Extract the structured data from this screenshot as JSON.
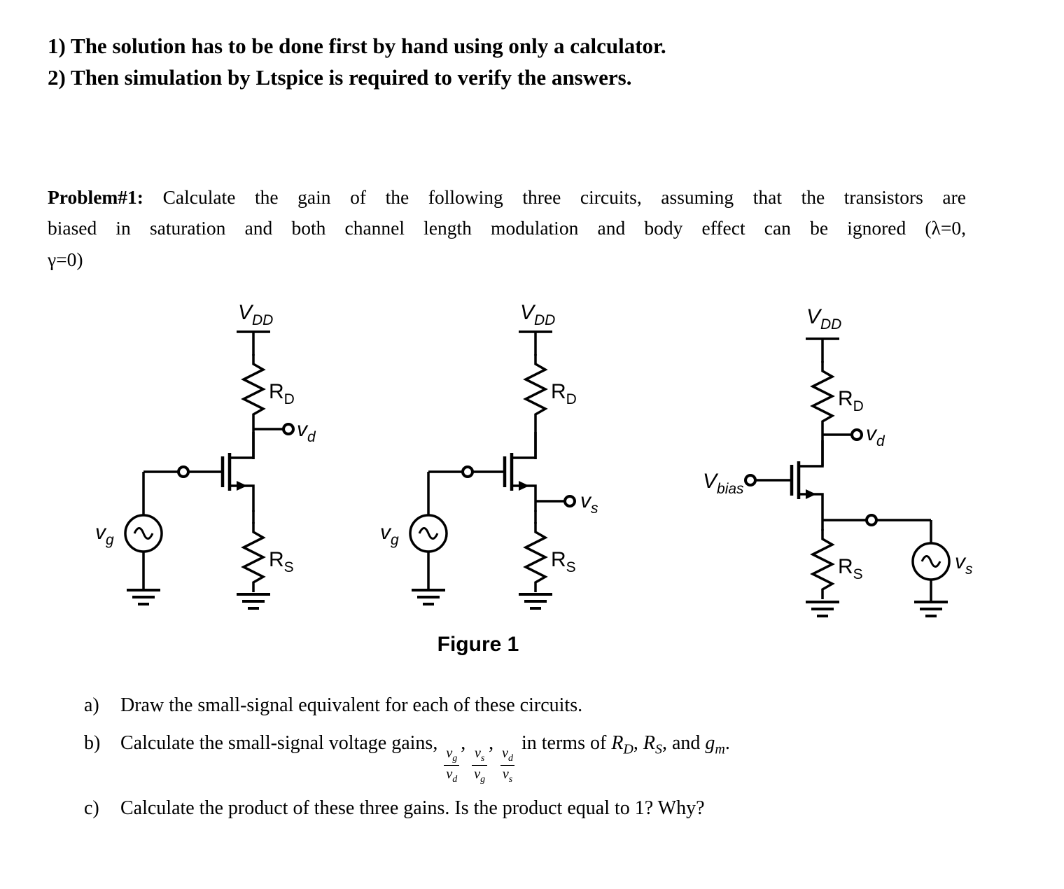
{
  "header": {
    "line1": "1) The solution has to be done first by hand using only a calculator.",
    "line2": "2) Then simulation by Ltspice is required to verify the answers."
  },
  "problem": {
    "label": "Problem#1:",
    "line1": "Calculate the gain of the following three circuits, assuming that the transistors are",
    "line2": "biased in saturation and both channel length modulation and body effect can be ignored (λ=0,",
    "line3": "γ=0)"
  },
  "figure": {
    "caption": "Figure 1",
    "c1": {
      "vdd_m": "V",
      "vdd_s": "DD",
      "rd_m": "R",
      "rd_s": "D",
      "vd_m": "v",
      "vd_s": "d",
      "vg_m": "v",
      "vg_s": "g",
      "rs_m": "R",
      "rs_s": "S"
    },
    "c2": {
      "vdd_m": "V",
      "vdd_s": "DD",
      "rd_m": "R",
      "rd_s": "D",
      "vs_m": "v",
      "vs_s": "s",
      "vg_m": "v",
      "vg_s": "g",
      "rs_m": "R",
      "rs_s": "S"
    },
    "c3": {
      "vdd_m": "V",
      "vdd_s": "DD",
      "rd_m": "R",
      "rd_s": "D",
      "vd_m": "v",
      "vd_s": "d",
      "vbias_m": "V",
      "vbias_s": "bias",
      "rs_m": "R",
      "rs_s": "S",
      "vs_m": "v",
      "vs_s": "s"
    }
  },
  "questions": {
    "a_label": "a)",
    "a_text": "Draw the small-signal equivalent for each of these circuits.",
    "b_label": "b)",
    "b_pre": "Calculate the small-signal voltage gains,",
    "f1": {
      "nm": "v",
      "ns": "g",
      "dm": "v",
      "ds": "d"
    },
    "f2": {
      "nm": "v",
      "ns": "s",
      "dm": "v",
      "ds": "g"
    },
    "f3": {
      "nm": "v",
      "ns": "d",
      "dm": "v",
      "ds": "s"
    },
    "comma": ",",
    "b_mid": "in terms of",
    "rd": {
      "m": "R",
      "s": "D"
    },
    "rs": {
      "m": "R",
      "s": "S"
    },
    "b_and": "and",
    "gm": {
      "m": "g",
      "s": "m"
    },
    "period": ".",
    "c_label": "c)",
    "c_text": "Calculate the product of these three gains. Is the product equal to 1? Why?"
  }
}
